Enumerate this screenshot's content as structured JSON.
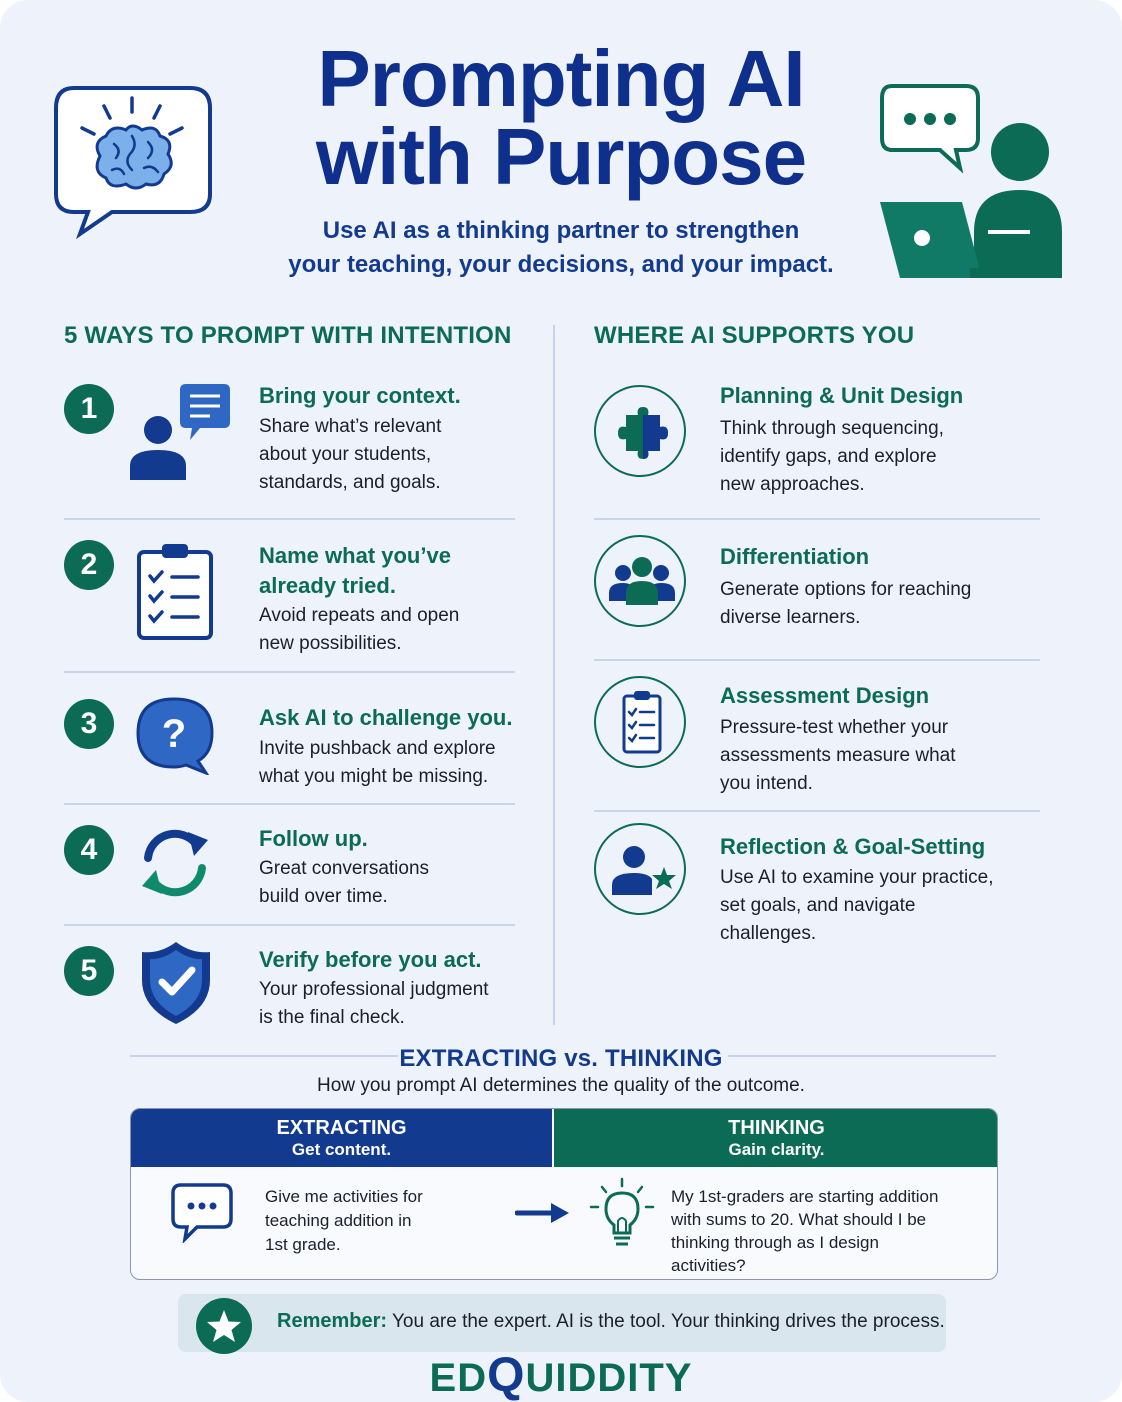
{
  "header": {
    "title_line1": "Prompting AI",
    "title_line2": "with Purpose",
    "subtitle_line1": "Use AI as a thinking partner to strengthen",
    "subtitle_line2": "your teaching, your decisions, and your impact.",
    "left_icon": "brain-speech-bubble-icon",
    "right_icon": "person-laptop-chat-icon"
  },
  "left_section": {
    "heading": "5 WAYS TO PROMPT WITH INTENTION",
    "items": [
      {
        "number": "1",
        "title": "Bring your context.",
        "desc_lines": [
          "Share what’s relevant",
          "about your students,",
          "standards, and goals."
        ],
        "icon": "person-chat-icon"
      },
      {
        "number": "2",
        "title_lines": [
          "Name what you’ve",
          "already tried."
        ],
        "desc_lines": [
          "Avoid repeats and open",
          "new possibilities."
        ],
        "icon": "clipboard-checklist-icon"
      },
      {
        "number": "3",
        "title": "Ask AI to challenge you.",
        "desc_lines": [
          "Invite pushback and explore",
          "what you might be missing."
        ],
        "icon": "question-bubble-icon"
      },
      {
        "number": "4",
        "title": "Follow up.",
        "desc_lines": [
          "Great conversations",
          "build over time."
        ],
        "icon": "refresh-arrows-icon"
      },
      {
        "number": "5",
        "title": "Verify before you act.",
        "desc_lines": [
          "Your professional judgment",
          "is the final check."
        ],
        "icon": "shield-check-icon"
      }
    ]
  },
  "right_section": {
    "heading": "WHERE AI SUPPORTS YOU",
    "items": [
      {
        "title": "Planning & Unit Design",
        "desc_lines": [
          "Think through sequencing,",
          "identify gaps, and explore",
          "new approaches."
        ],
        "icon": "puzzle-piece-icon"
      },
      {
        "title": "Differentiation",
        "desc_lines": [
          "Generate options for reaching",
          "diverse learners."
        ],
        "icon": "group-people-icon"
      },
      {
        "title": "Assessment Design",
        "desc_lines": [
          "Pressure-test whether your",
          "assessments measure what",
          "you intend."
        ],
        "icon": "clipboard-checklist-icon"
      },
      {
        "title": "Reflection & Goal-Setting",
        "desc_lines": [
          "Use AI to examine your practice,",
          "set goals, and navigate",
          "challenges."
        ],
        "icon": "person-star-icon"
      }
    ]
  },
  "comparison": {
    "heading": "EXTRACTING vs. THINKING",
    "subheading": "How you prompt AI determines the quality of the outcome.",
    "left": {
      "title": "EXTRACTING",
      "subtitle": "Get content.",
      "text_lines": [
        "Give me activities for",
        "teaching addition in",
        "1st grade."
      ],
      "icon": "chat-dots-icon"
    },
    "right": {
      "title": "THINKING",
      "subtitle": "Gain clarity.",
      "text_lines": [
        "My 1st-graders are starting addition",
        "with sums to 20. What should I be",
        "thinking through as I design",
        "activities?"
      ],
      "icon": "lightbulb-icon"
    },
    "arrow_icon": "arrow-right-icon"
  },
  "remember": {
    "label": "Remember:",
    "text": "You are the expert. AI is the tool. Your thinking drives the process.",
    "icon": "star-icon"
  },
  "logo": {
    "part1": "ED",
    "part2": "Q",
    "part3": "UIDDITY"
  },
  "colors": {
    "navy": "#123a8f",
    "title_navy": "#0e2f8c",
    "teal": "#0b6b55",
    "background": "#eef2fa"
  }
}
